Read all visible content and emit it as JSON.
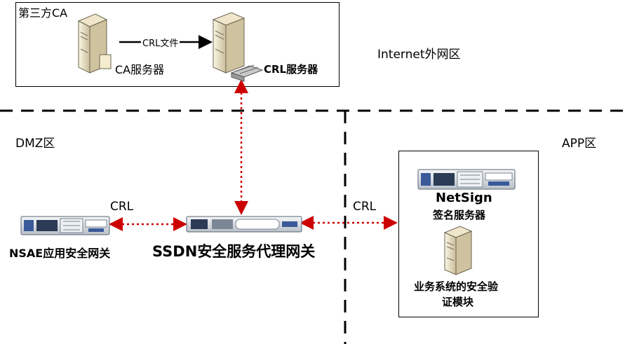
{
  "zones": {
    "third_party": "第三方CA",
    "internet": "Internet外网区",
    "dmz": "DMZ区",
    "app": "APP区"
  },
  "servers": {
    "ca": "CA服务器",
    "crl": "CRL服务器",
    "crl_transfer": "CRL文件"
  },
  "devices": {
    "nsae": "NSAE应用安全网关",
    "ssdn": "SSDN安全服务代理网关",
    "netsign_name": "NetSign",
    "netsign_desc": "签名服务器",
    "business_line1": "业务系统的安全验",
    "business_line2": "证模块"
  },
  "links": {
    "left": "CRL",
    "right": "CRL"
  },
  "colors": {
    "link": "#cc0000",
    "server_body": "#e8dfc4",
    "rack_body": "#d8dde4"
  }
}
